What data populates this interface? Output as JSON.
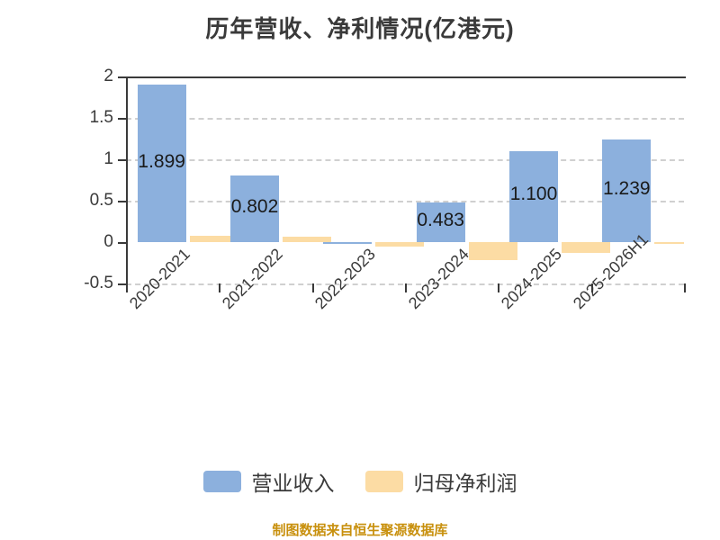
{
  "chart_data": {
    "type": "bar",
    "title": "历年营收、净利情况(亿港元)",
    "xlabel": "",
    "ylabel": "",
    "ylim": [
      -0.5,
      2
    ],
    "yticks": [
      "2",
      "1.5",
      "1",
      "0.5",
      "0",
      "-0.5"
    ],
    "ytick_values": [
      2,
      1.5,
      1,
      0.5,
      0,
      -0.5
    ],
    "grid": true,
    "legend_position": "bottom",
    "categories": [
      "2020-2021",
      "2021-2022",
      "2022-2023",
      "2023-2024",
      "2024-2025",
      "2025-2026H1"
    ],
    "series": [
      {
        "name": "营业收入",
        "color": "#8cb0dd",
        "values": [
          1.899,
          0.802,
          0.004,
          0.483,
          1.1,
          1.239
        ],
        "labels": [
          "1.899",
          "0.802",
          "",
          "0.483",
          "1.100",
          "1.239"
        ]
      },
      {
        "name": "归母净利润",
        "color": "#fcdca4",
        "values": [
          0.08,
          0.065,
          -0.055,
          -0.212,
          -0.125,
          -0.015
        ],
        "labels": [
          "",
          "",
          "",
          "",
          "",
          ""
        ]
      }
    ],
    "footnote": "制图数据来自恒生聚源数据库"
  },
  "legend": {
    "items": [
      {
        "label": "营业收入",
        "color": "#8cb0dd"
      },
      {
        "label": "归母净利润",
        "color": "#fcdca4"
      }
    ]
  }
}
